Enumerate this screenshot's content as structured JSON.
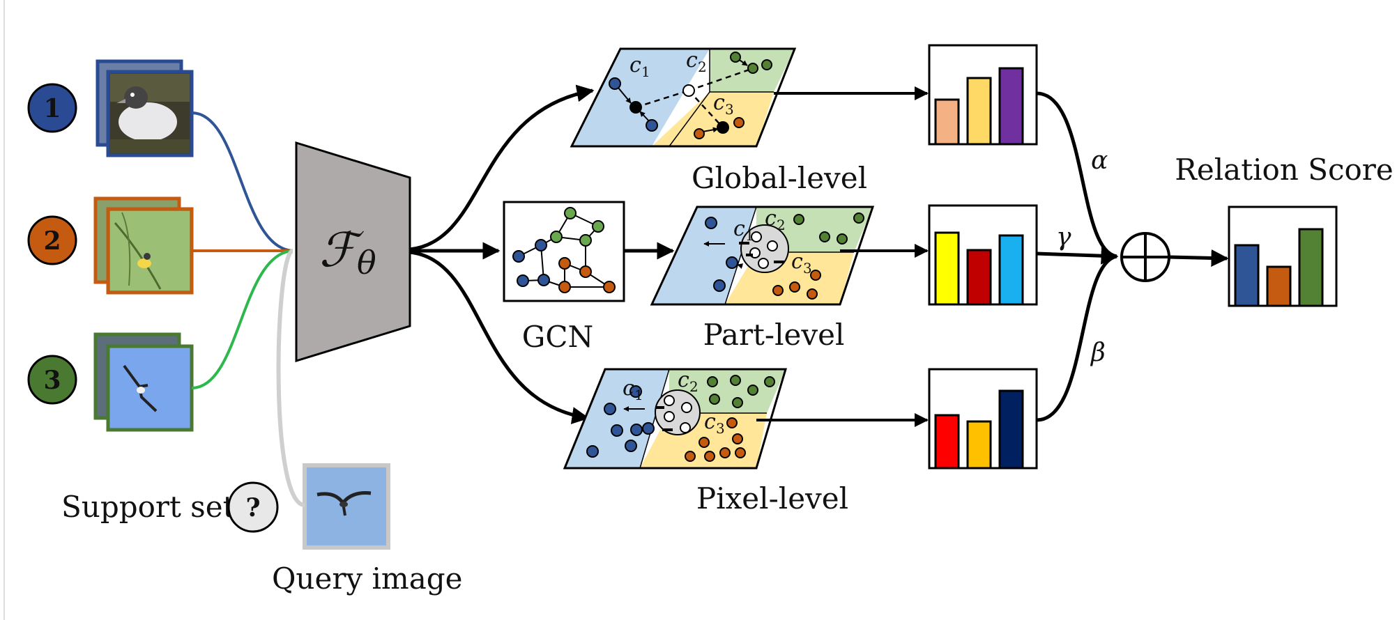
{
  "support": {
    "class_numbers": [
      "1",
      "2",
      "3"
    ],
    "query_symbol": "?",
    "label": "Support set"
  },
  "query": {
    "label": "Query image"
  },
  "encoder": {
    "main": "ℱ",
    "sub": "θ"
  },
  "gcn": {
    "label": "GCN"
  },
  "levels": {
    "global": "Global-level",
    "part": "Part-level",
    "pixel": "Pixel-level"
  },
  "cluster_labels": {
    "c": "c",
    "sub1": "1",
    "sub2": "2",
    "sub3": "3"
  },
  "weights": {
    "alpha": "α",
    "gamma": "γ",
    "beta": "β"
  },
  "fusion": {
    "symbol": "⊕"
  },
  "relation": {
    "label": "Relation Score"
  },
  "colors": {
    "class1": "#2a4b94",
    "class2": "#c55a11",
    "class3": "#4a7a32",
    "region1": "#bdd7ee",
    "region2": "#c5e0b4",
    "region3": "#ffe699",
    "link1": "#2f5597",
    "link2": "#c55a11",
    "link3": "#2db84d",
    "query_link": "#cfcfcf",
    "encoder": "#aeaaaa"
  },
  "bar_charts": {
    "global": [
      {
        "value": 0.48,
        "color": "#f4b183"
      },
      {
        "value": 0.71,
        "color": "#ffd966"
      },
      {
        "value": 0.81,
        "color": "#7030a0"
      }
    ],
    "part": [
      {
        "value": 0.77,
        "color": "#ffff00"
      },
      {
        "value": 0.58,
        "color": "#c00000"
      },
      {
        "value": 0.74,
        "color": "#1ab0f0"
      }
    ],
    "pixel": [
      {
        "value": 0.57,
        "color": "#ff0000"
      },
      {
        "value": 0.5,
        "color": "#ffc000"
      },
      {
        "value": 0.83,
        "color": "#002060"
      }
    ],
    "relation": [
      {
        "value": 0.65,
        "color": "#2f5597"
      },
      {
        "value": 0.42,
        "color": "#c55a11"
      },
      {
        "value": 0.82,
        "color": "#548235"
      }
    ]
  }
}
